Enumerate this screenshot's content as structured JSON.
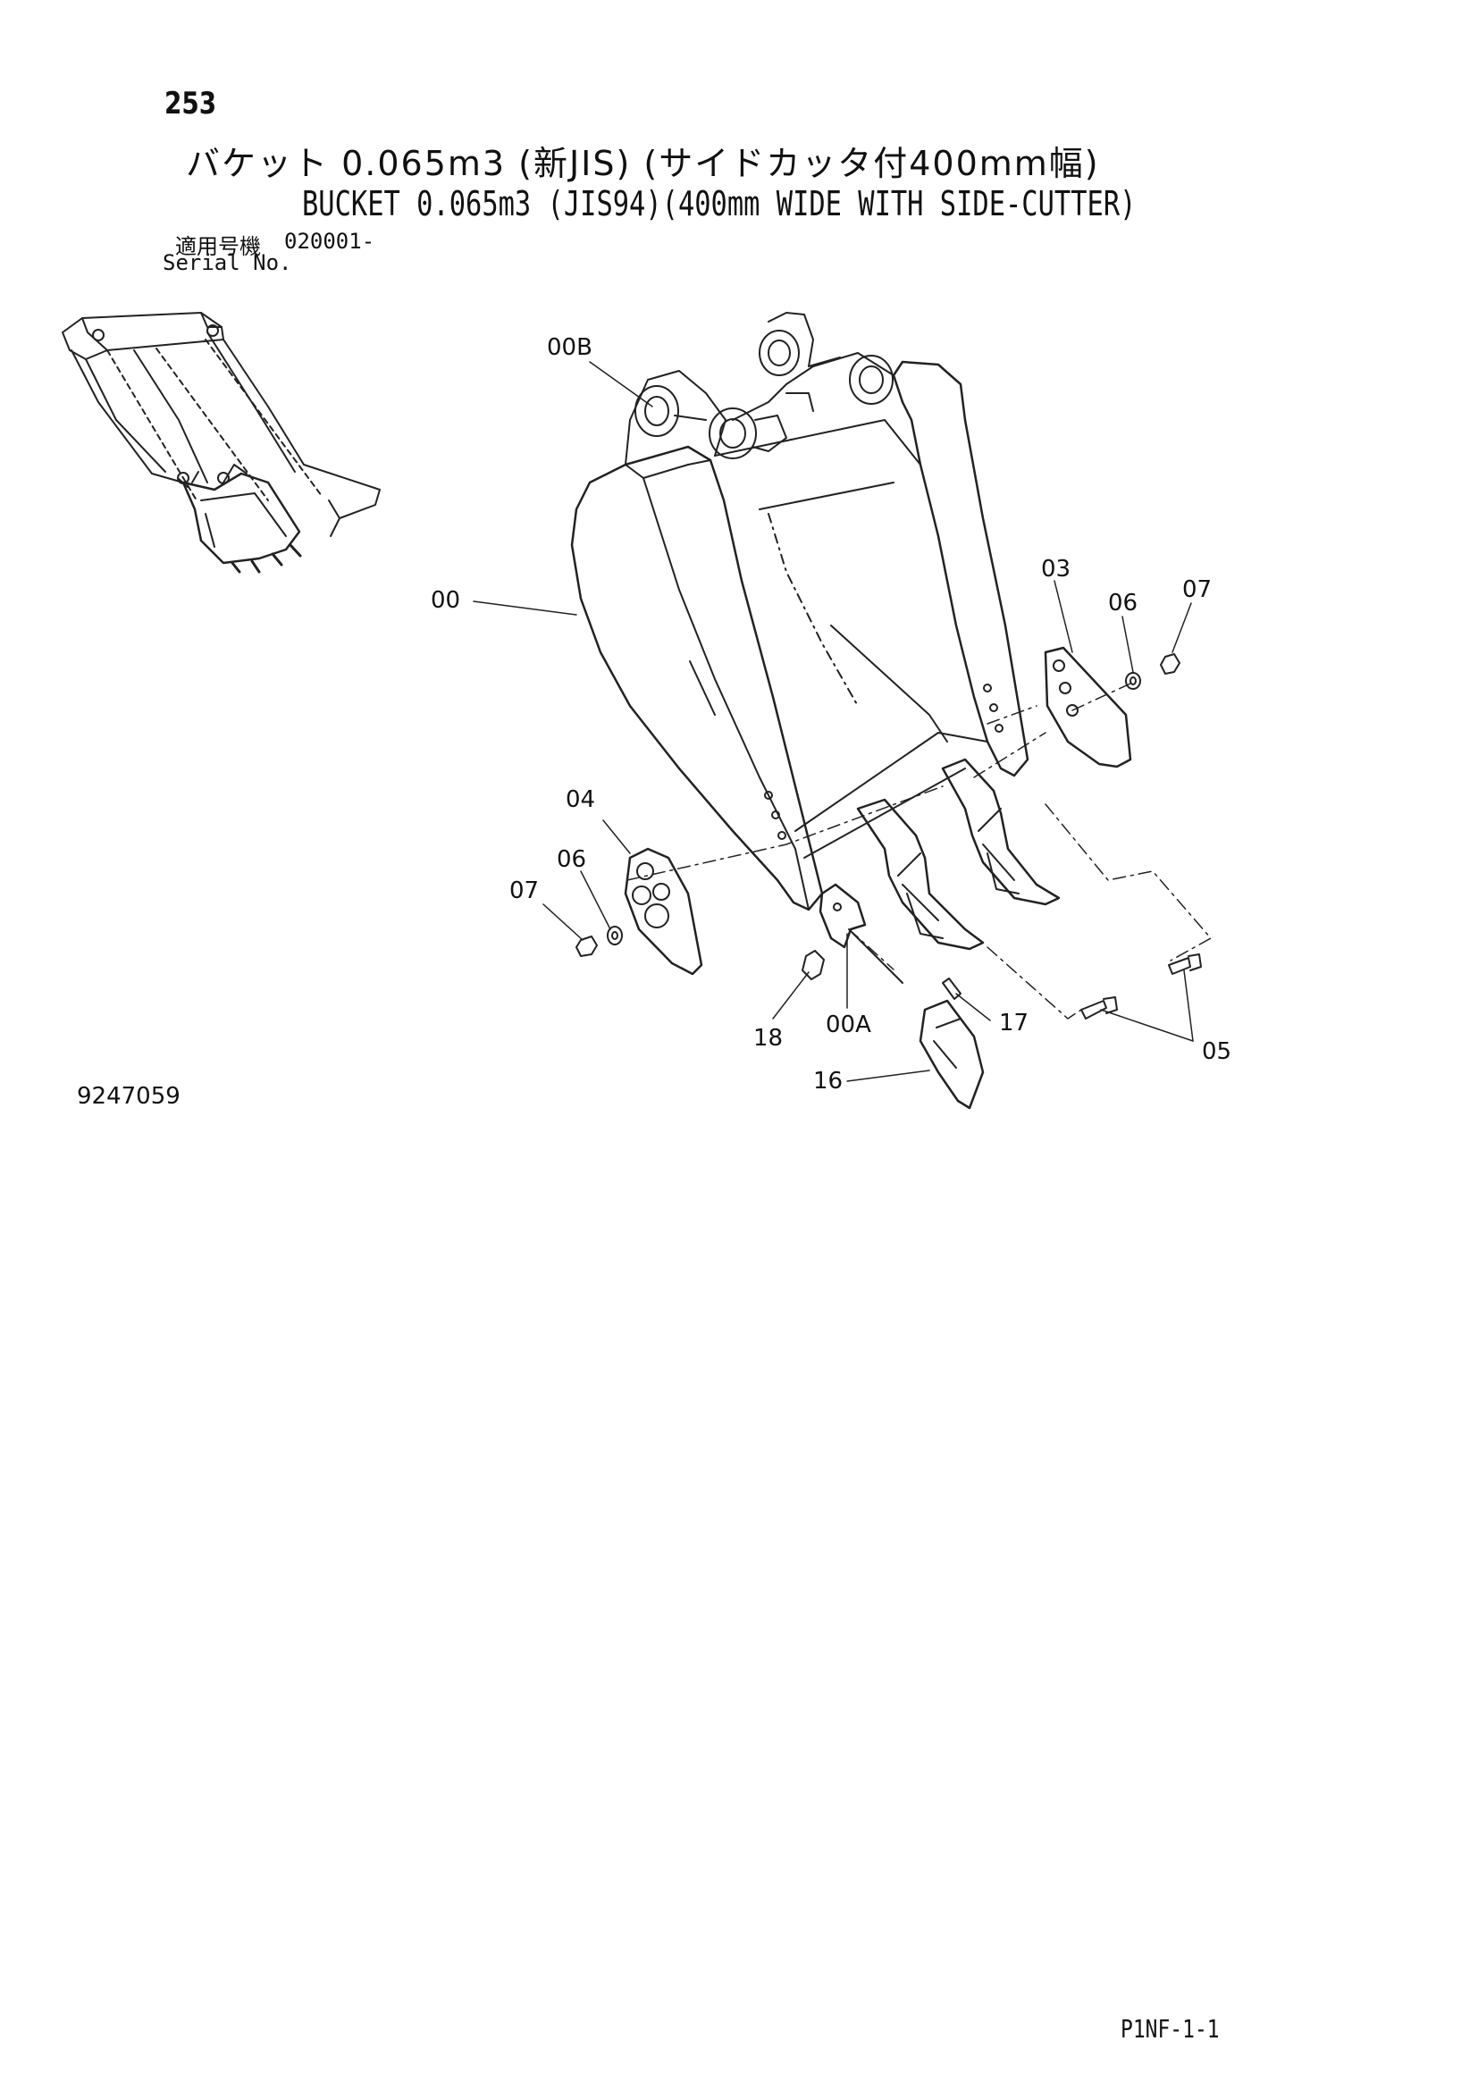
{
  "header": {
    "page_number": "253",
    "title_ja": "バケット 0.065m3 (新JIS) (サイドカッタ付400mm幅)",
    "title_en": "BUCKET 0.065m3 (JIS94)(400mm WIDE WITH SIDE-CUTTER)",
    "serial_label_ja": "適用号機",
    "serial_value": "020001-",
    "serial_label_en": "Serial No."
  },
  "callouts": {
    "c00B": "00B",
    "c00": "00",
    "c03": "03",
    "c06a": "06",
    "c07a": "07",
    "c04": "04",
    "c06b": "06",
    "c07b": "07",
    "c18": "18",
    "c00A": "00A",
    "c17": "17",
    "c05": "05",
    "c16": "16"
  },
  "footer": {
    "figure_number": "9247059",
    "page_code": "P1NF-1-1"
  }
}
